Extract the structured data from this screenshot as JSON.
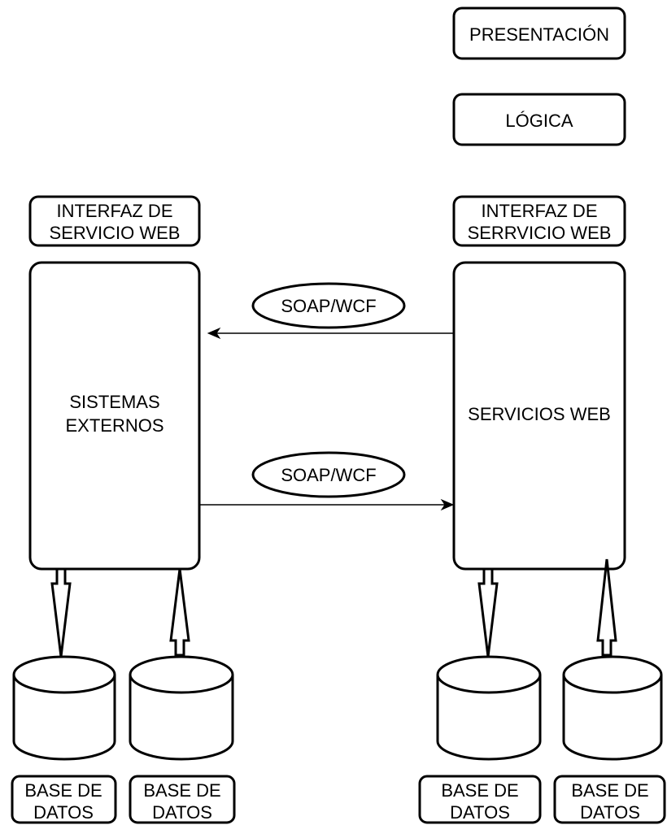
{
  "labels": {
    "presentacion": "PRESENTACIÓN",
    "logica": "LÓGICA",
    "interfaz_left": [
      "INTERFAZ DE",
      "SERVICIO WEB"
    ],
    "interfaz_right": [
      "INTERFAZ DE",
      "SERRVICIO WEB"
    ],
    "sistemas_externos": [
      "SISTEMAS",
      "EXTERNOS"
    ],
    "servicios_web": "SERVICIOS WEB",
    "soap_top": "SOAP/WCF",
    "soap_bottom": "SOAP/WCF",
    "db_1": [
      "BASE DE",
      "DATOS"
    ],
    "db_2": [
      "BASE DE",
      "DATOS"
    ],
    "db_3": [
      "BASE DE",
      "DATOS"
    ],
    "db_4": [
      "BASE DE",
      "DATOS"
    ]
  },
  "colors": {
    "stroke": "#000000",
    "fill": "#ffffff"
  }
}
